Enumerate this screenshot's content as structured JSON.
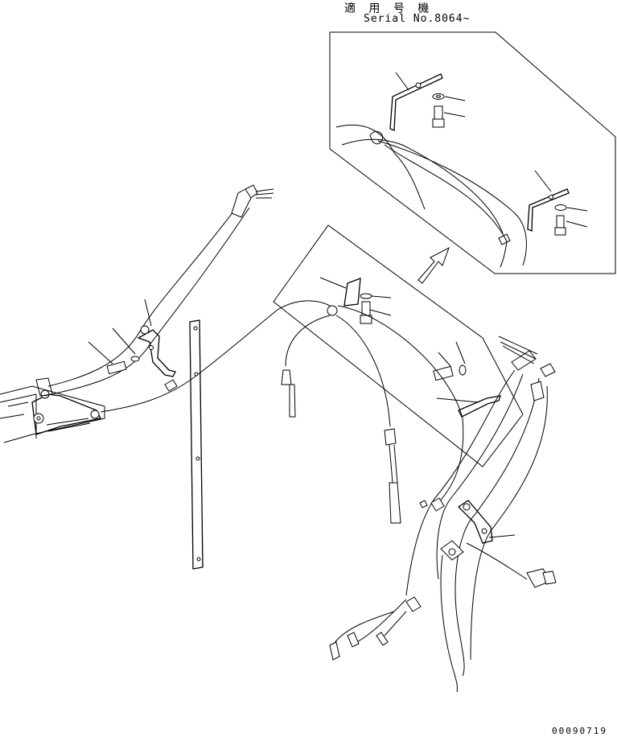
{
  "header": {
    "applicable_models": "適 用 号 機",
    "serial_range": "Serial No.8064~"
  },
  "footer": {
    "drawing_number": "00090719"
  }
}
